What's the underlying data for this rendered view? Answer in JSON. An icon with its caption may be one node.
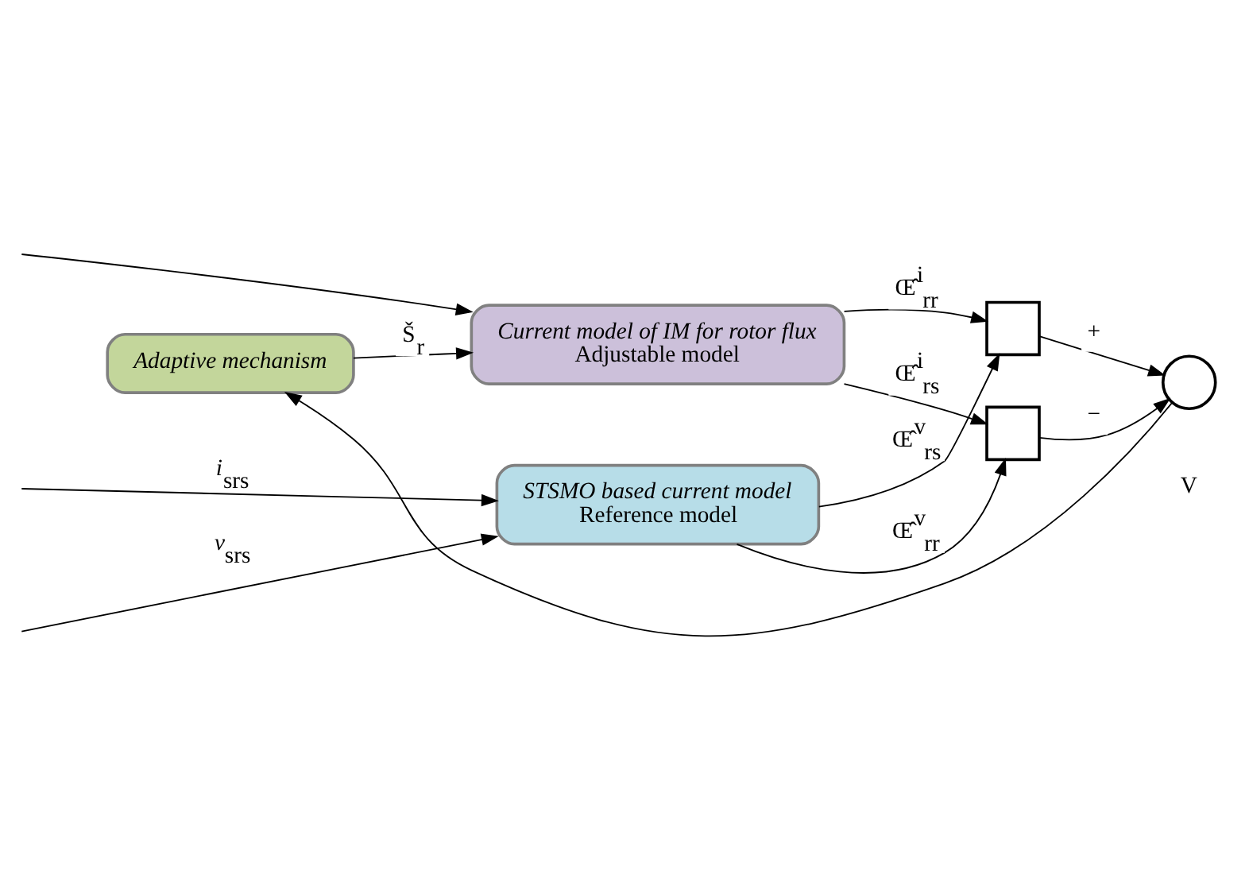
{
  "diagram": {
    "nodes": [
      {
        "text": [
          "STSMO based current model",
          "Reference model"
        ]
      },
      {
        "text": [
          "Current model of IM for rotor flux",
          "Adjustable model"
        ]
      },
      {
        "text": [
          "Adaptive mechanism"
        ]
      },
      {
        "text": [],
        "shape": "box"
      },
      {
        "text": [],
        "shape": "box"
      },
      {
        "text": [],
        "shape": "circle",
        "beside": [
          "V"
        ]
      }
    ],
    "edges": [
      {
        "from": null,
        "to": 0,
        "arrow": "to",
        "label": "*v*$_{srs}$"
      },
      {
        "from": null,
        "to": 0,
        "arrow": "to",
        "label": "*i*$_{srs}$"
      },
      {
        "from": null,
        "to": 1,
        "arrow": "to"
      },
      {
        "from": 0,
        "to": 4,
        "arrow": "to",
        "label": "Œ̂$^{v}$$_{rr}$"
      },
      {
        "from": 0,
        "to": 3,
        "arrow": "to",
        "label": "Œ̂$^{v}$$_{rs}$"
      },
      {
        "from": 1,
        "to": 3,
        "arrow": "to",
        "label": "Œ̂$^{i}$$_{rr}$"
      },
      {
        "from": 1,
        "to": 4,
        "arrow": "to",
        "label": "Œ̂$^{i}$$_{rs}$"
      },
      {
        "from": 3,
        "to": 5,
        "arrow": "to",
        "label": "+"
      },
      {
        "from": 4,
        "to": 5,
        "arrow": "to",
        "label": "−"
      },
      {
        "from": 5,
        "to": 2,
        "arrow": "to"
      },
      {
        "from": 2,
        "to": 1,
        "arrow": "to",
        "label": "Š$_{r}$"
      }
    ]
  }
}
